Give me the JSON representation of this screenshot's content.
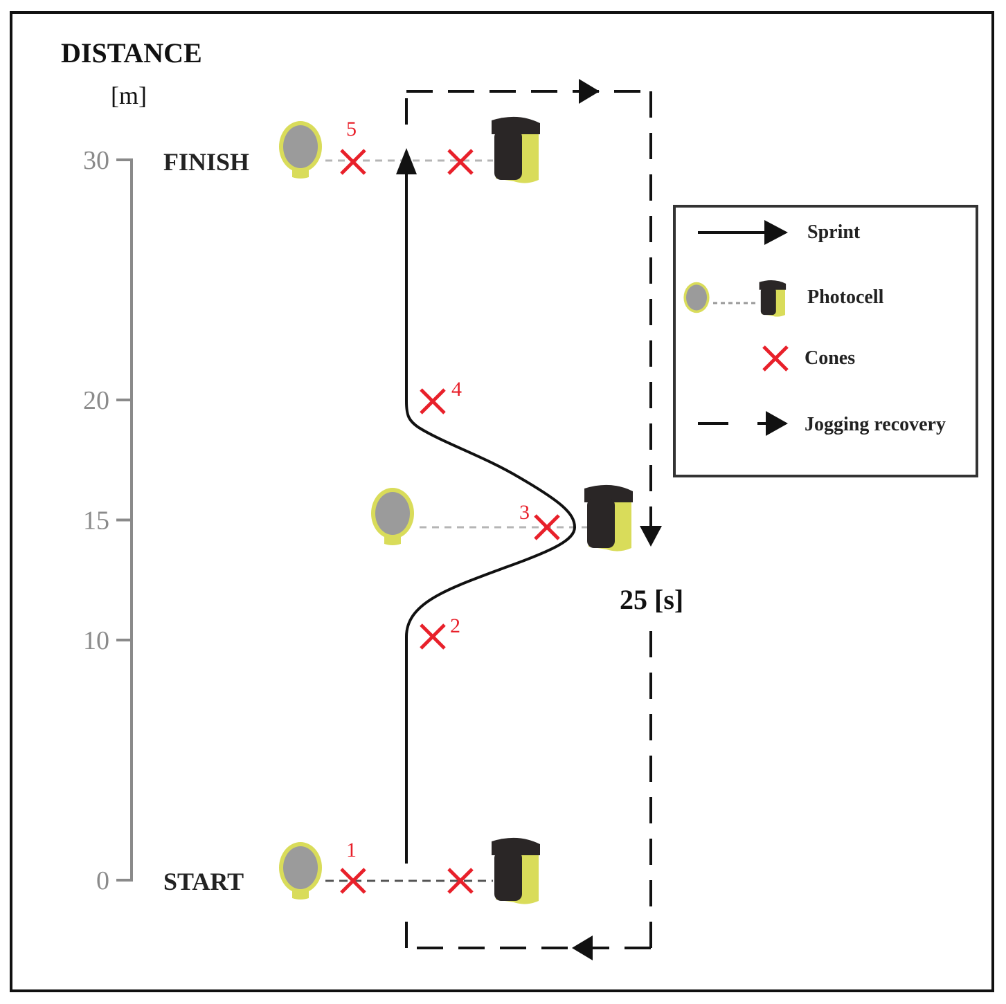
{
  "axis": {
    "title": "DISTANCE",
    "unit": "[m]",
    "ticks": [
      {
        "value": 30,
        "label": "30"
      },
      {
        "value": 20,
        "label": "20"
      },
      {
        "value": 15,
        "label": "15"
      },
      {
        "value": 10,
        "label": "10"
      },
      {
        "value": 0,
        "label": "0"
      }
    ]
  },
  "labels": {
    "finish": "FINISH",
    "start": "START",
    "recovery_time": "25 [s]"
  },
  "cones": [
    {
      "number": "1"
    },
    {
      "number": "2"
    },
    {
      "number": "3"
    },
    {
      "number": "4"
    },
    {
      "number": "5"
    }
  ],
  "legend": {
    "sprint": "Sprint",
    "photocell": "Photocell",
    "cones": "Cones",
    "jogging": "Jogging recovery"
  },
  "colors": {
    "cone": "#e8202a",
    "photocell_yellow": "#d9dc5a",
    "photocell_grey": "#9b9b9b",
    "photocell_dark": "#2a2626",
    "axis_grey": "#8a8a8a"
  },
  "icons": [
    "photocell-emitter-icon",
    "photocell-receiver-icon",
    "cone-marker-icon",
    "arrow-head-icon"
  ]
}
